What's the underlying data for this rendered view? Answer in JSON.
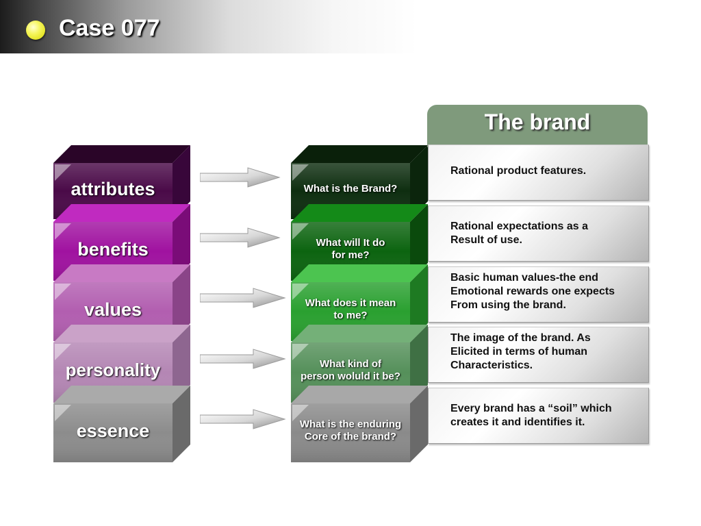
{
  "page": {
    "title": "Case 077"
  },
  "left_column": {
    "items": [
      {
        "label": "attributes",
        "front": "#4a0a48",
        "top": "#2a0528",
        "side": "#38063a"
      },
      {
        "label": "benefits",
        "front": "#a012a0",
        "top": "#c02ac0",
        "side": "#7a0c78"
      },
      {
        "label": "values",
        "front": "#b25eb0",
        "top": "#c87ac4",
        "side": "#8a4488"
      },
      {
        "label": "personality",
        "front": "#b486b4",
        "top": "#caa2c8",
        "side": "#8e6690"
      },
      {
        "label": "essence",
        "front": "#8c8c8c",
        "top": "#aaaaaa",
        "side": "#6a6a6a"
      }
    ]
  },
  "middle_column": {
    "items": [
      {
        "text": "What is the Brand?",
        "front": "#0e2e10",
        "top": "#0a200a",
        "side": "#0b250c"
      },
      {
        "text": "What will It do\nfor me?",
        "front": "#0c6410",
        "top": "#148a18",
        "side": "#0a4a0c"
      },
      {
        "text": "What does it mean\nto me?",
        "front": "#2aa030",
        "top": "#4cc450",
        "side": "#1e7a22"
      },
      {
        "text": "What kind of\nperson woluld it be?",
        "front": "#55905a",
        "top": "#74b078",
        "side": "#3f7044"
      },
      {
        "text": "What is the enduring\nCore of the brand?",
        "front": "#8a8a8a",
        "top": "#a8a8a8",
        "side": "#6a6a6a"
      }
    ]
  },
  "brand": {
    "title": "The brand",
    "items": [
      "Rational product features.",
      "Rational expectations as a\nResult of use.",
      "Basic human values-the end\nEmotional rewards one expects\nFrom using the brand.",
      "The image of the brand. As\nElicited in terms of human\nCharacteristics.",
      "Every brand has a “soil” which\ncreates it and identifies it."
    ]
  }
}
